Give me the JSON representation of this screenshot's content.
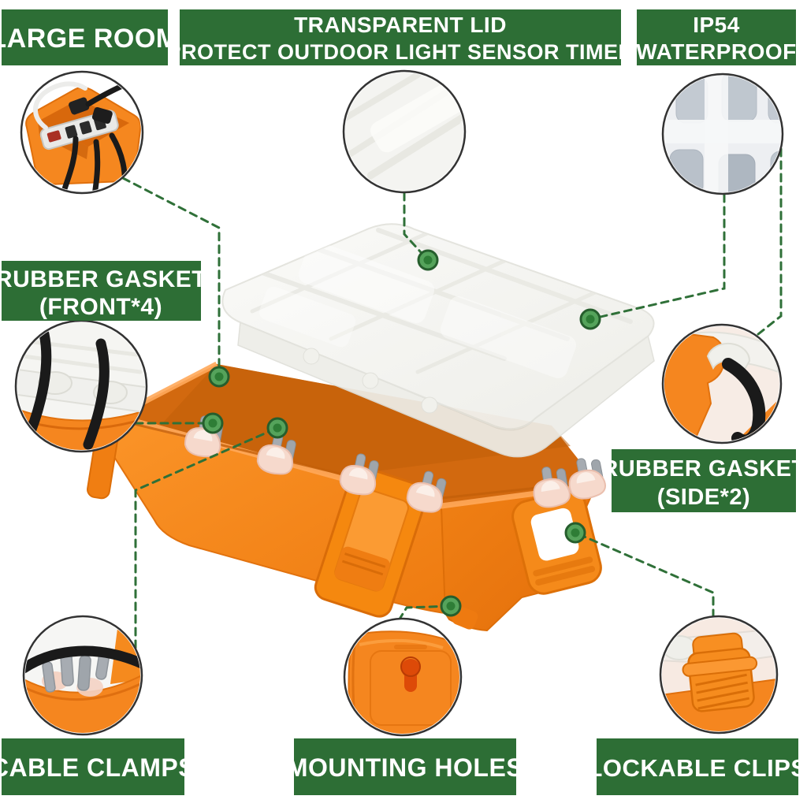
{
  "features": {
    "large_room": {
      "label": "LARGE ROOM"
    },
    "transparent_lid": {
      "label_line1": "TRANSPARENT LID",
      "label_line2": "PROTECT OUTDOOR LIGHT SENSOR TIMER"
    },
    "ip54": {
      "label_line1": "IP54",
      "label_line2": "WATERPROOF"
    },
    "rubber_gasket_front": {
      "label_line1": "RUBBER GASKET",
      "label_line2": "(FRONT*4)"
    },
    "rubber_gasket_side": {
      "label_line1": "RUBBER GASKET",
      "label_line2": "(SIDE*2)"
    },
    "cable_clamps": {
      "label": "CABLE CLAMPS"
    },
    "mounting_holes": {
      "label": "MOUNTING HOLES"
    },
    "lockable_clips": {
      "label": "LOCKABLE CLIPS"
    }
  },
  "colors": {
    "label_green": "#2d6e35",
    "leader_green": "#2f7038",
    "dot_green_fill": "#55a35b",
    "dot_green_core": "#2e7d36",
    "box_orange": "#f5861f",
    "box_orange_dark": "#d9690c",
    "lid_white": "#f4f4f1",
    "circle_stroke": "#333333",
    "text_white": "#ffffff"
  }
}
